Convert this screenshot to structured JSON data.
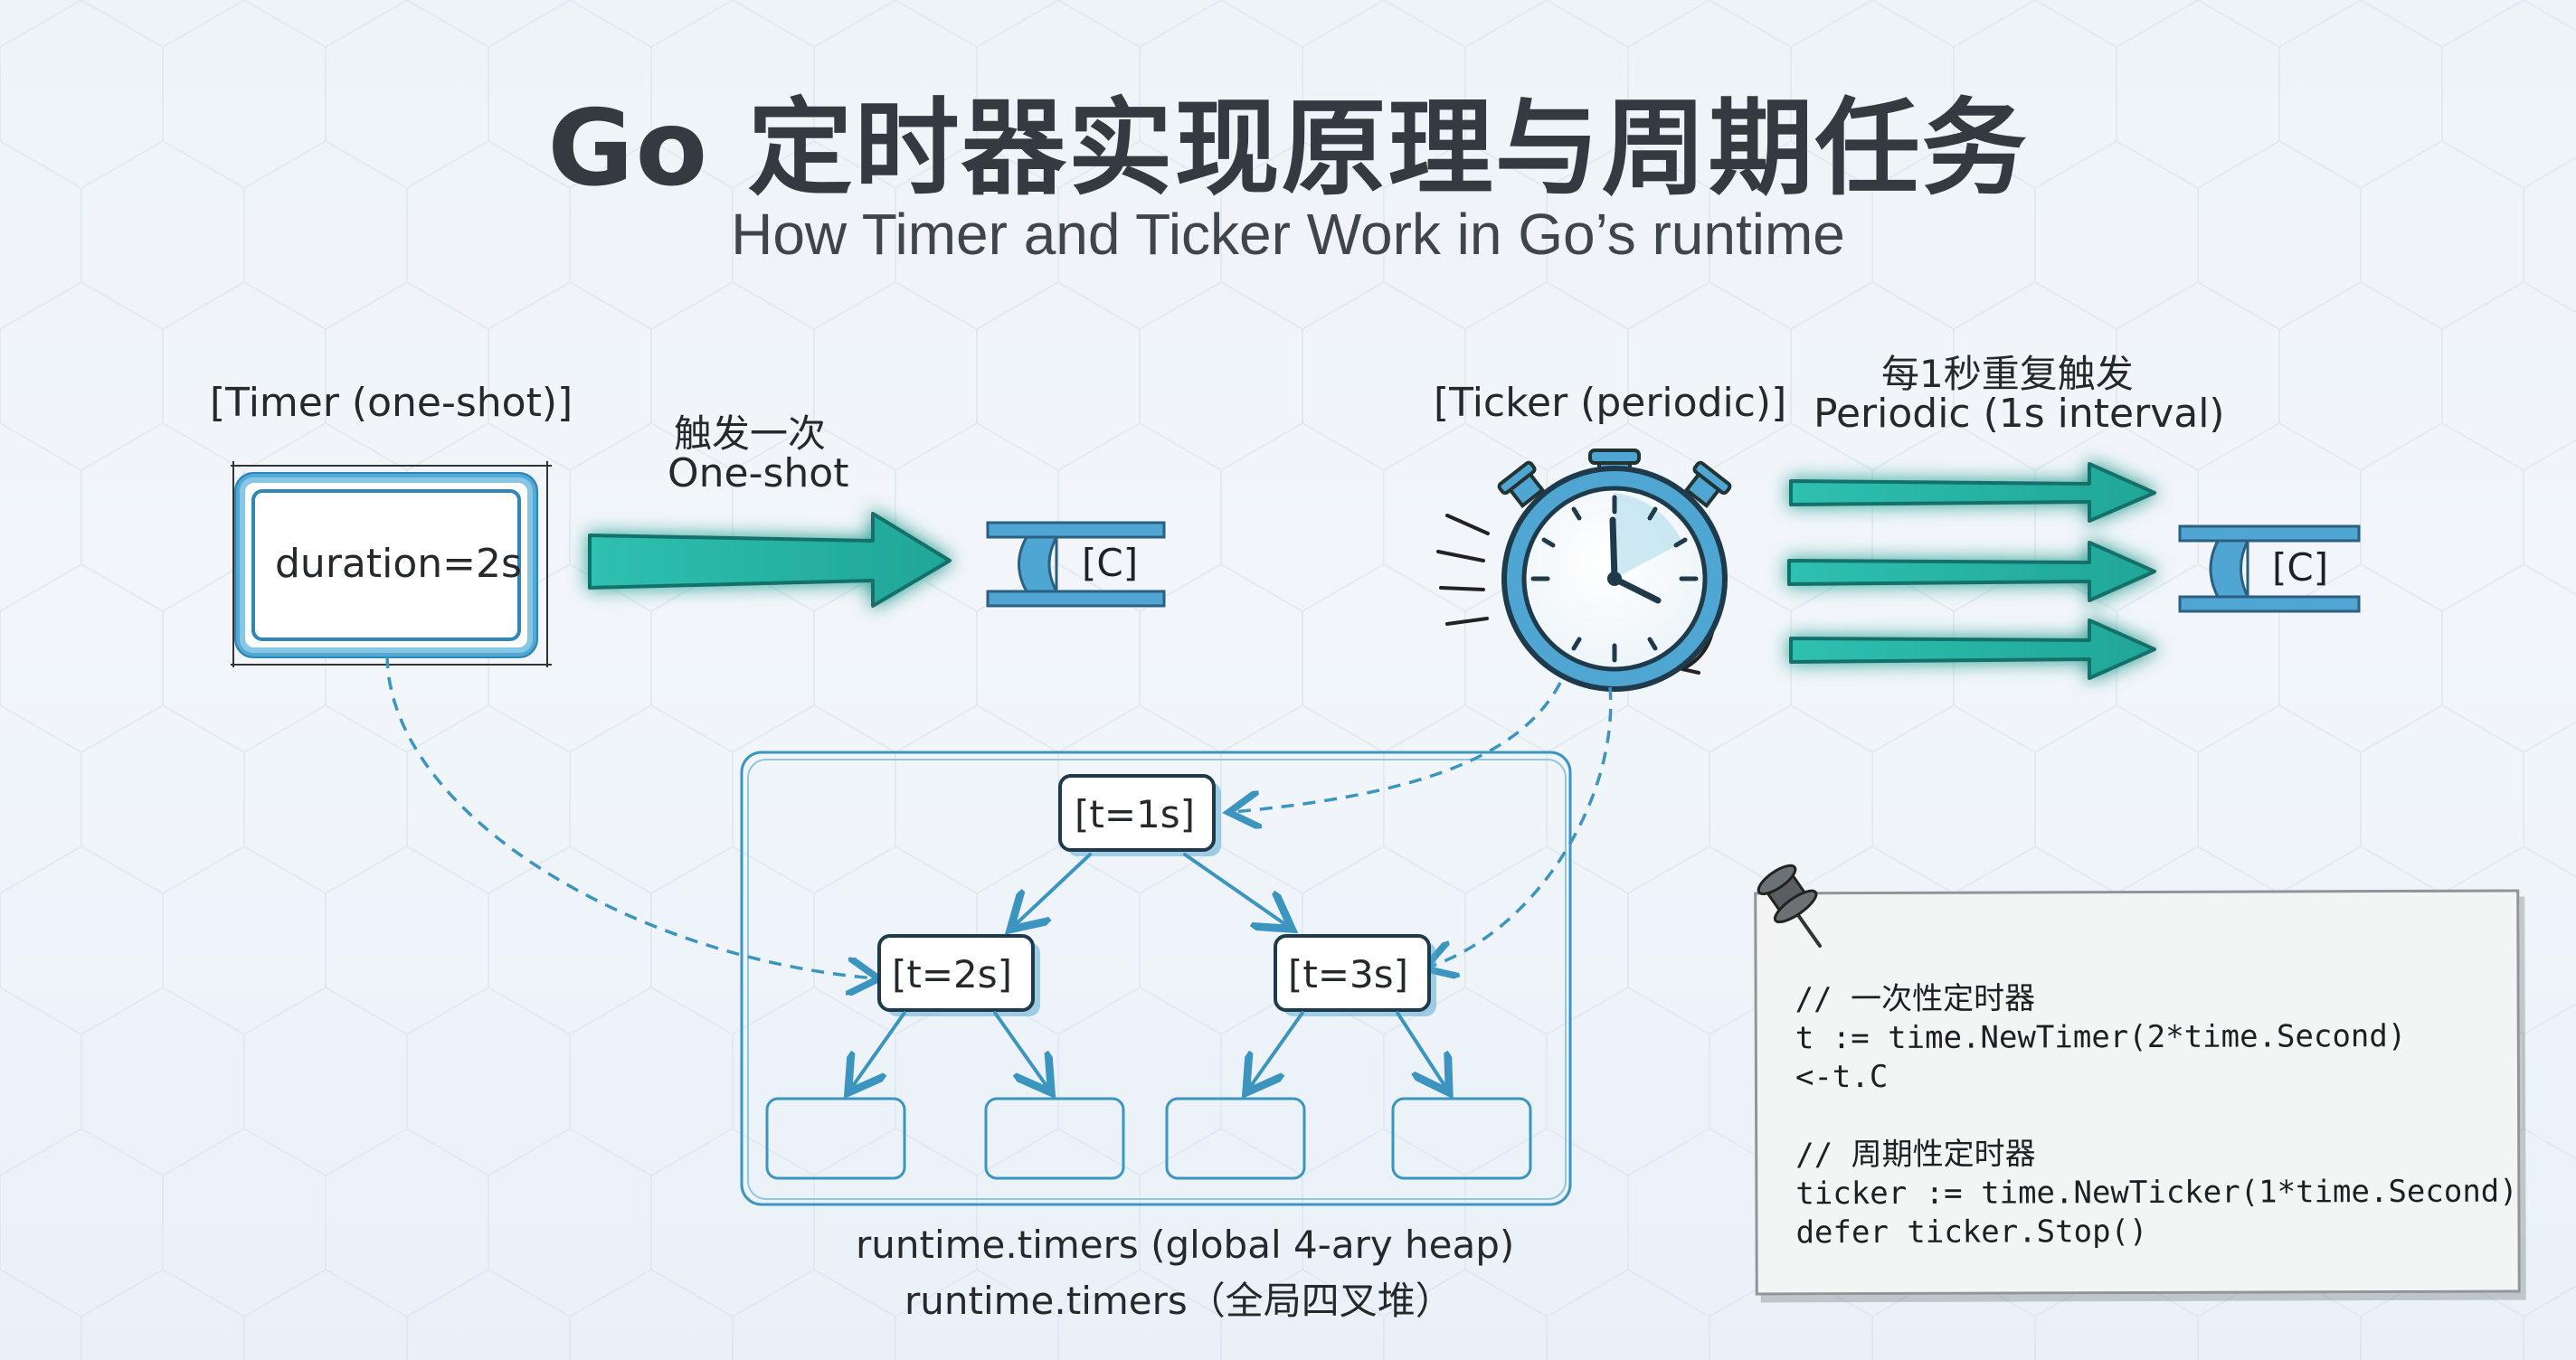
{
  "title": "Go 定时器实现原理与周期任务",
  "subtitle": "How Timer and Ticker Work in Go’s runtime",
  "timer": {
    "label": "[Timer (one-shot)]",
    "box_text": "duration=2s",
    "arrow_label_zh": "触发一次",
    "arrow_label_en": "One-shot",
    "channel_label": "[C]"
  },
  "ticker": {
    "label": "[Ticker (periodic)]",
    "arrow_label_zh": "每1秒重复触发",
    "arrow_label_en": "Periodic (1s interval)",
    "channel_label": "[C]"
  },
  "heap": {
    "root": "[t=1s]",
    "left": "[t=2s]",
    "right": "[t=3s]",
    "caption_en": "runtime.timers (global 4-ary heap)",
    "caption_zh": "runtime.timers（全局四叉堆）"
  },
  "code": {
    "lines": [
      "// 一次性定时器",
      "t := time.NewTimer(2*time.Second)",
      "<-t.C",
      "",
      "// 周期性定时器",
      "ticker := time.NewTicker(1*time.Second)",
      "defer ticker.Stop()"
    ]
  },
  "colors": {
    "box_stroke": "#2f86b7",
    "box_fill": "#4fa6d2",
    "arrow_teal": "#27b5a6",
    "dashed": "#3c95bf"
  },
  "icons": [
    "stopwatch-icon",
    "pushpin-icon"
  ]
}
